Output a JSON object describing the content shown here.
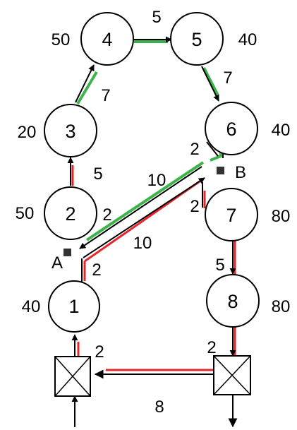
{
  "colors": {
    "stroke": "#000000",
    "green_path": "#3cb44b",
    "red_path": "#e8252c"
  },
  "nodes": {
    "n1": {
      "label": "1",
      "value": "40"
    },
    "n2": {
      "label": "2",
      "value": "50"
    },
    "n3": {
      "label": "3",
      "value": "20"
    },
    "n4": {
      "label": "4",
      "value": "50"
    },
    "n5": {
      "label": "5",
      "value": "40"
    },
    "n6": {
      "label": "6",
      "value": "40"
    },
    "n7": {
      "label": "7",
      "value": "80"
    },
    "n8": {
      "label": "8",
      "value": "80"
    }
  },
  "edges": {
    "e2_3": "5",
    "e3_4": "7",
    "e4_5": "5",
    "e5_6": "7",
    "e6_B": "2",
    "eB_7": "2",
    "eB_A": "10",
    "eA_B": "10",
    "eA_2": "2",
    "e1_A": "2",
    "e7_8": "5",
    "e8_box": "2",
    "ebox_1": "2",
    "ebox_box": "8"
  },
  "points": {
    "A": "A",
    "B": "B"
  }
}
